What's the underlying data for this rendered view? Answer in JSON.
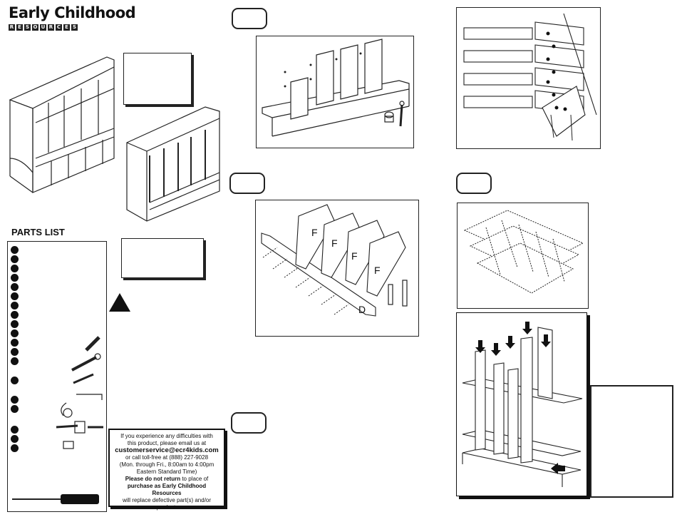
{
  "brand": {
    "name": "Early Childhood",
    "tagline_letters": [
      "R",
      "E",
      "S",
      "O",
      "U",
      "R",
      "C",
      "E",
      "S"
    ]
  },
  "parts_list": {
    "title": "PARTS LIST"
  },
  "support_notice": {
    "line1": "If you experience any difficulties with",
    "line2": "this product, please email us at",
    "email": "customerservice@ecr4kids.com",
    "line3": "or call toll-free at (888) 227-9028",
    "line4": "(Mon. through Fri., 8:00am to 4:00pm",
    "line5": "Eastern Standard Time)",
    "bold1": "Please do not return",
    "line6": "to place of",
    "bold2": "purchase as Early Childhood Resources",
    "line7": "will replace defective part(s) and/or",
    "line8": "product."
  },
  "diagram_labels": {
    "panel_f": "F",
    "panel_d": "D"
  }
}
